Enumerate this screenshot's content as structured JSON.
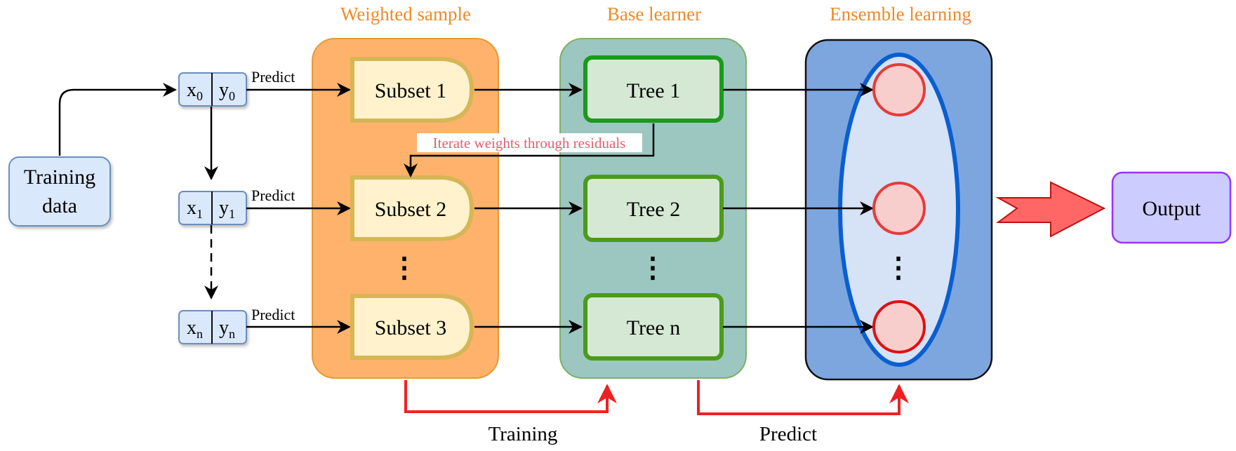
{
  "sections": {
    "weighted_sample": "Weighted sample",
    "base_learner": "Base learner",
    "ensemble_learning": "Ensemble learning"
  },
  "training_data": {
    "line1": "Training",
    "line2": "data"
  },
  "samples": [
    {
      "x": "x",
      "y": "y",
      "sub": "0",
      "predict": "Predict"
    },
    {
      "x": "x",
      "y": "y",
      "sub": "1",
      "predict": "Predict"
    },
    {
      "x": "x",
      "y": "y",
      "sub": "n",
      "predict": "Predict"
    }
  ],
  "subsets": [
    "Subset 1",
    "Subset 2",
    "Subset 3"
  ],
  "trees": [
    "Tree 1",
    "Tree 2",
    "Tree n"
  ],
  "ellipsis": "⋮",
  "iterate_label": "Iterate weights through residuals",
  "bottom_labels": {
    "training": "Training",
    "predict": "Predict"
  },
  "output": "Output",
  "colors": {
    "section_title": "#F08A24",
    "weighted_panel": "#FFB26B",
    "base_panel": "#9CC6C0",
    "ensemble_panel": "#7DA6DF",
    "red_arrow": "#F02020",
    "iterate_text": "#E06070"
  }
}
